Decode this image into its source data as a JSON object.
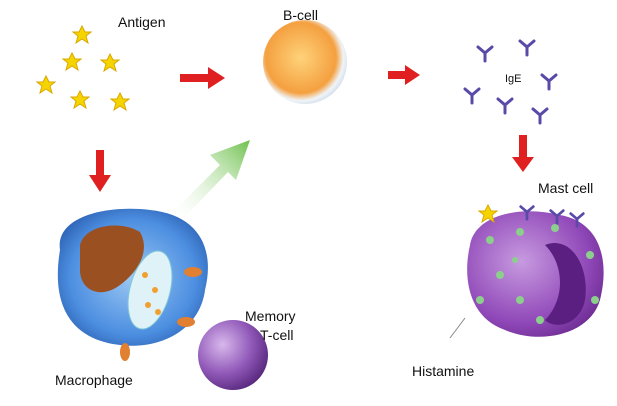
{
  "labels": {
    "antigen": "Antigen",
    "b_cell": "B-cell",
    "ige": "IgE",
    "mast_cell": "Mast cell",
    "histamine": "Histamine",
    "memory_t_cell_line1": "Memory",
    "memory_t_cell_line2": "T-cell",
    "macrophage": "Macrophage"
  },
  "colors": {
    "arrow": "#e02020",
    "antibody": "#5a4aa8",
    "mast_cell": "#8a3fb0",
    "macrophage": "#3f7fd6"
  }
}
